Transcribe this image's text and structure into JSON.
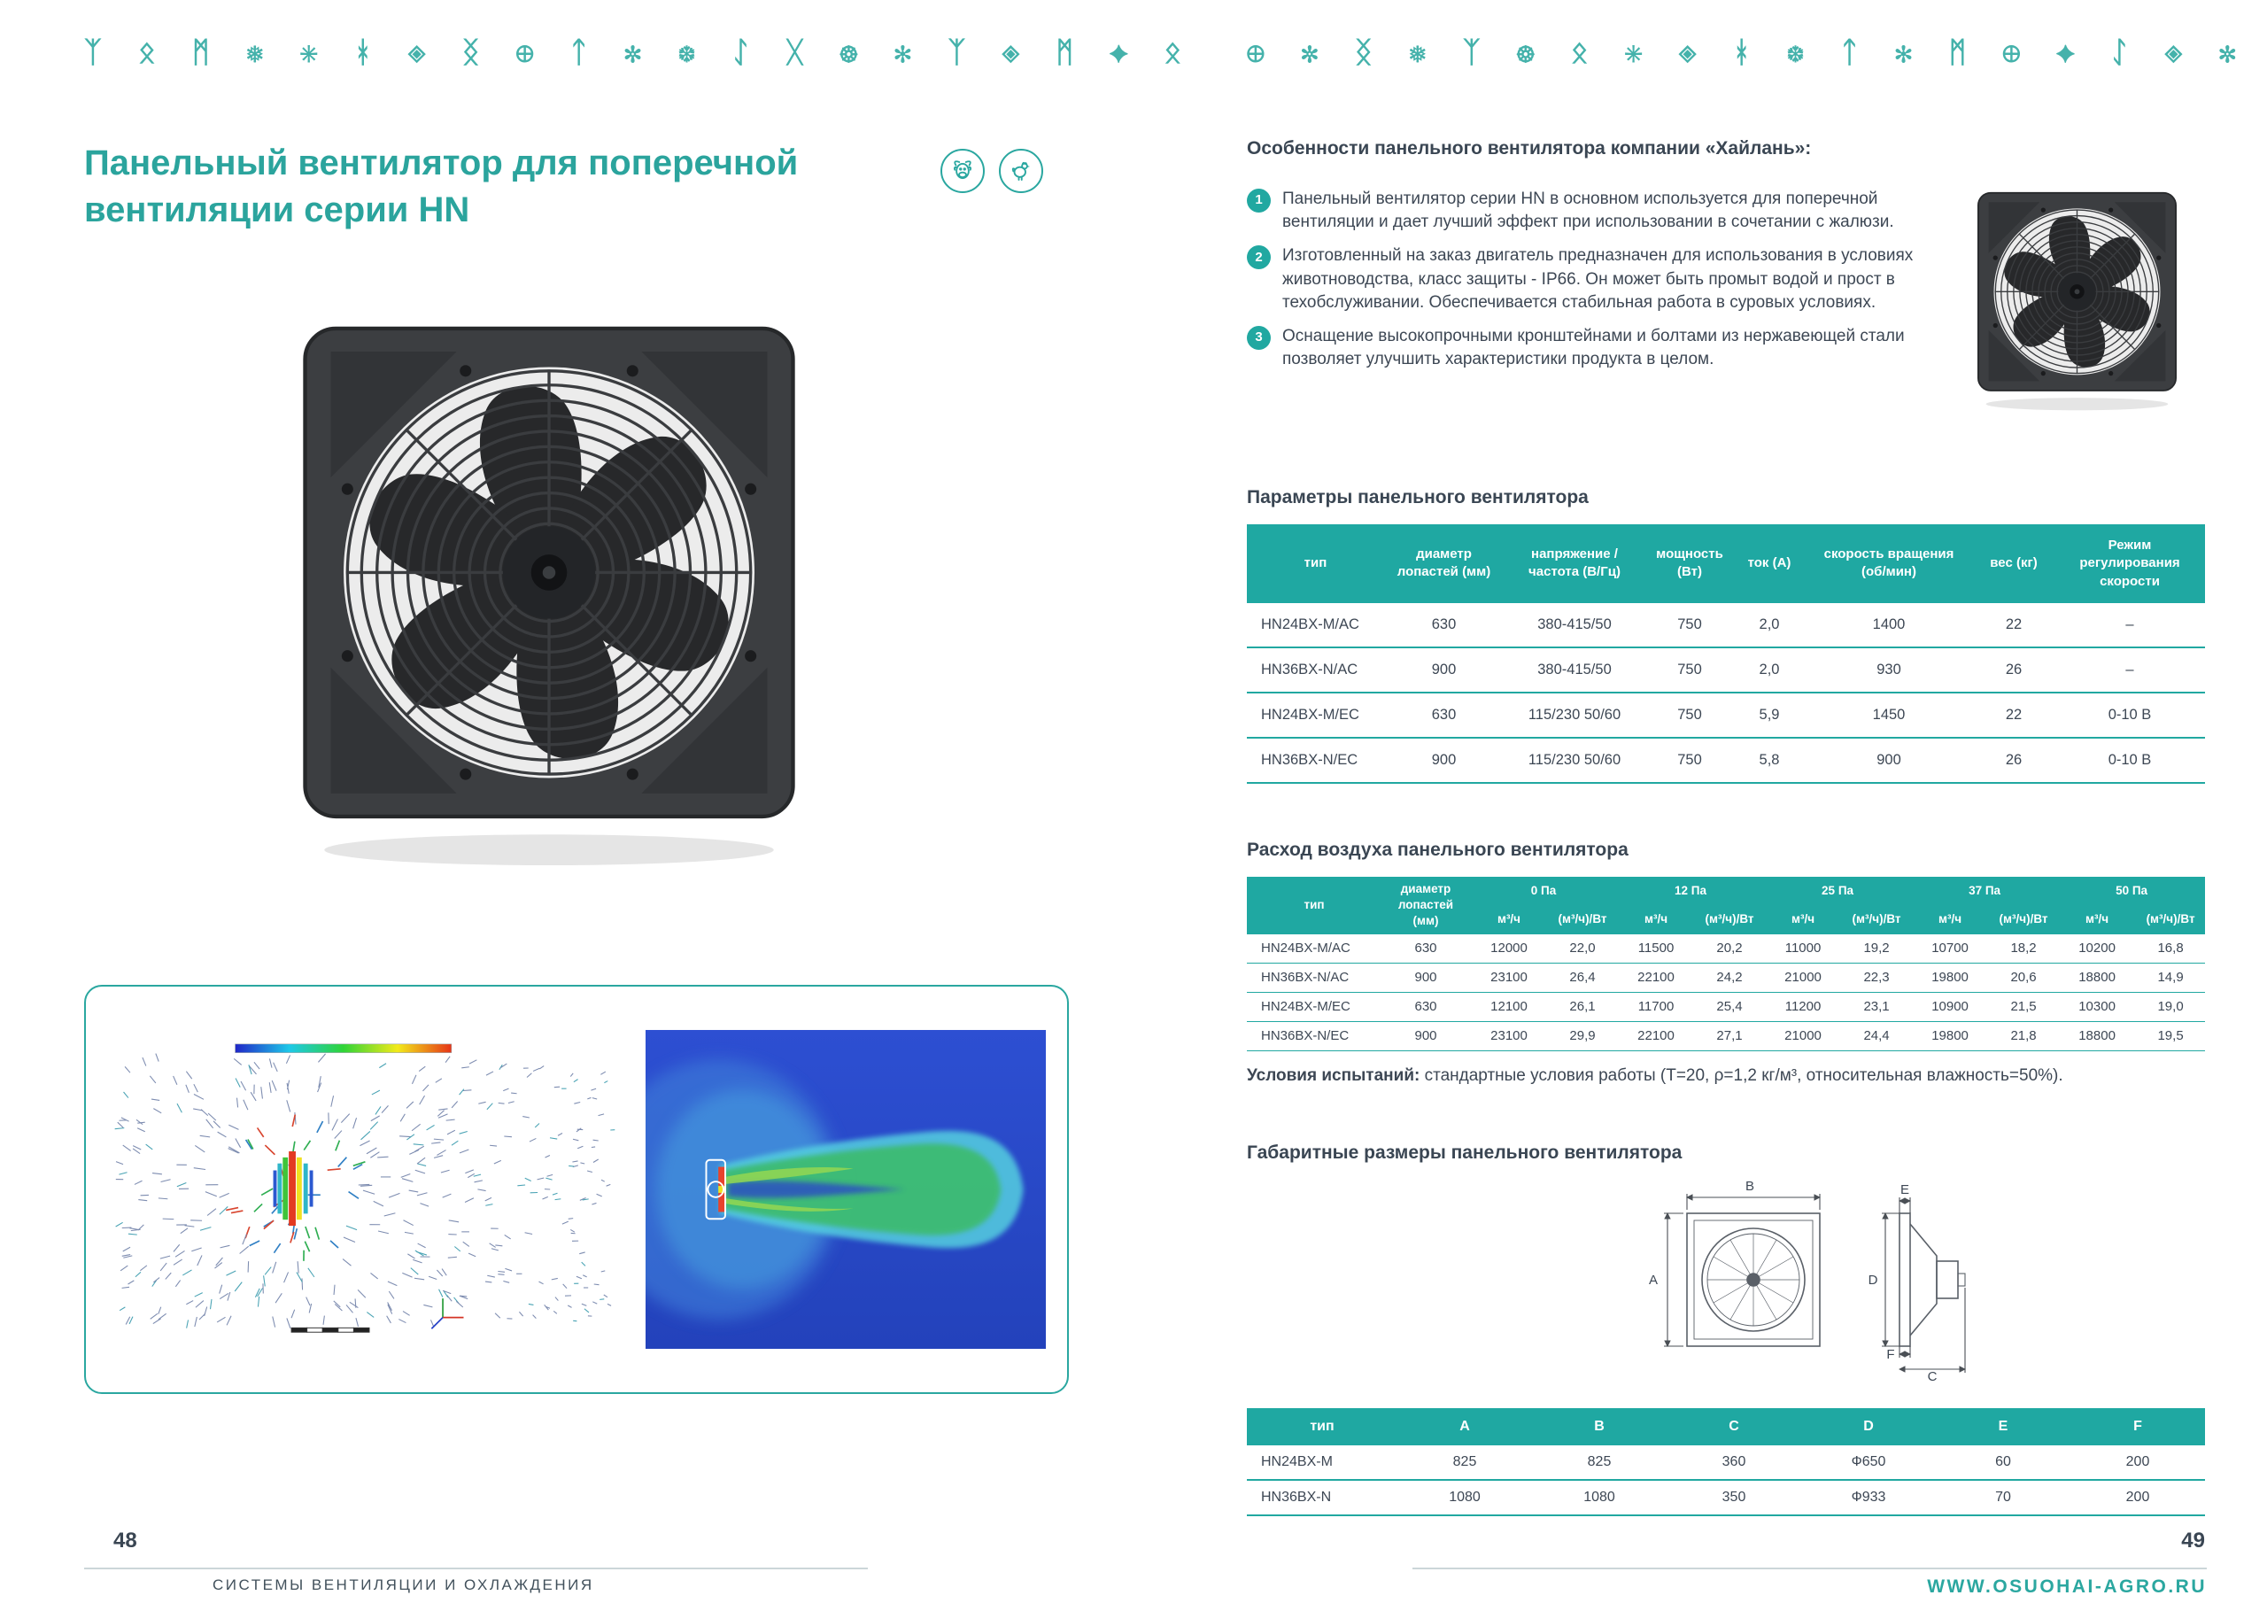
{
  "colors": {
    "accent": "#21a8a1",
    "title": "#2ba49d",
    "text": "#3d4754",
    "decor": "#45b2ab",
    "cfd_background_blue": "#2a49c6"
  },
  "decor": {
    "left_icons": "ᛉ ᛟ ᛗ ❅ ✳ ᚼ ◈ ᛝ ⊕ ᛏ ✼ ❆ ᛇ ᚷ ☸ ✻ ᛉ ◈ ᛗ ✦ ᛟ",
    "right_icons": "⊕ ✼ ᛝ ❅ ᛉ ☸ ᛟ ✳ ◈ ᚼ ❆ ᛏ ✻ ᛗ ⊕ ✦ ᛇ ◈ ✼ ᛉ ❅"
  },
  "left_page": {
    "title": "Панельный вентилятор для поперечной вентиляции серии HN",
    "page_number": "48",
    "footer_label": "СИСТЕМЫ ВЕНТИЛЯЦИИ И ОХЛАЖДЕНИЯ"
  },
  "right_page": {
    "features_heading": "Особенности панельного вентилятора компании «Хайлань»:",
    "features": [
      {
        "num": "1",
        "text": "Панельный вентилятор серии HN в основном используется для поперечной вентиляции и дает лучший эффект при использовании в сочетании с жалюзи."
      },
      {
        "num": "2",
        "text": "Изготовленный на заказ двигатель предназначен для использования в условиях животноводства, класс защиты - IP66. Он может быть промыт водой и прост в техобслуживании. Обеспечивается стабильная работа в суровых условиях."
      },
      {
        "num": "3",
        "text": "Оснащение высокопрочными кронштейнами и болтами из нержавеющей стали позволяет улучшить характеристики продукта в целом."
      }
    ],
    "params": {
      "heading": "Параметры панельного вентилятора",
      "headers": [
        "тип",
        "диаметр лопастей (мм)",
        "напряжение / частота (В/Гц)",
        "мощность (Вт)",
        "ток (А)",
        "скорость вращения (об/мин)",
        "вес (кг)",
        "Режим регулирования скорости"
      ],
      "rows": [
        [
          "HN24BX-M/AC",
          "630",
          "380-415/50",
          "750",
          "2,0",
          "1400",
          "22",
          "–"
        ],
        [
          "HN36BX-N/AC",
          "900",
          "380-415/50",
          "750",
          "2,0",
          "930",
          "26",
          "–"
        ],
        [
          "HN24BX-M/EC",
          "630",
          "115/230 50/60",
          "750",
          "5,9",
          "1450",
          "22",
          "0-10 В"
        ],
        [
          "HN36BX-N/EC",
          "900",
          "115/230 50/60",
          "750",
          "5,8",
          "900",
          "26",
          "0-10 В"
        ]
      ]
    },
    "airflow": {
      "heading": "Расход воздуха панельного вентилятора",
      "col_type": "тип",
      "col_diameter": "диаметр лопастей (мм)",
      "groups": [
        "0 Па",
        "12 Па",
        "25 Па",
        "37 Па",
        "50 Па"
      ],
      "sub_flow": "м³/ч",
      "sub_specific": "(м³/ч)/Вт",
      "rows": [
        [
          "HN24BX-M/AC",
          "630",
          "12000",
          "22,0",
          "11500",
          "20,2",
          "11000",
          "19,2",
          "10700",
          "18,2",
          "10200",
          "16,8"
        ],
        [
          "HN36BX-N/AC",
          "900",
          "23100",
          "26,4",
          "22100",
          "24,2",
          "21000",
          "22,3",
          "19800",
          "20,6",
          "18800",
          "14,9"
        ],
        [
          "HN24BX-M/EC",
          "630",
          "12100",
          "26,1",
          "11700",
          "25,4",
          "11200",
          "23,1",
          "10900",
          "21,5",
          "10300",
          "19,0"
        ],
        [
          "HN36BX-N/EC",
          "900",
          "23100",
          "29,9",
          "22100",
          "27,1",
          "21000",
          "24,4",
          "19800",
          "21,8",
          "18800",
          "19,5"
        ]
      ]
    },
    "test_conditions": {
      "label": "Условия испытаний:",
      "text": " стандартные условия работы (Т=20, ρ=1,2 кг/м³, относительная влажность=50%)."
    },
    "dimensions": {
      "heading": "Габаритные размеры панельного вентилятора",
      "labels": [
        "A",
        "B",
        "C",
        "D",
        "E",
        "F"
      ],
      "headers": [
        "тип",
        "A",
        "B",
        "C",
        "D",
        "E",
        "F"
      ],
      "rows": [
        [
          "HN24BX-M",
          "825",
          "825",
          "360",
          "Ф650",
          "60",
          "200"
        ],
        [
          "HN36BX-N",
          "1080",
          "1080",
          "350",
          "Ф933",
          "70",
          "200"
        ]
      ]
    },
    "website": "WWW.OSUOHAI-AGRO.RU",
    "page_number": "49"
  }
}
